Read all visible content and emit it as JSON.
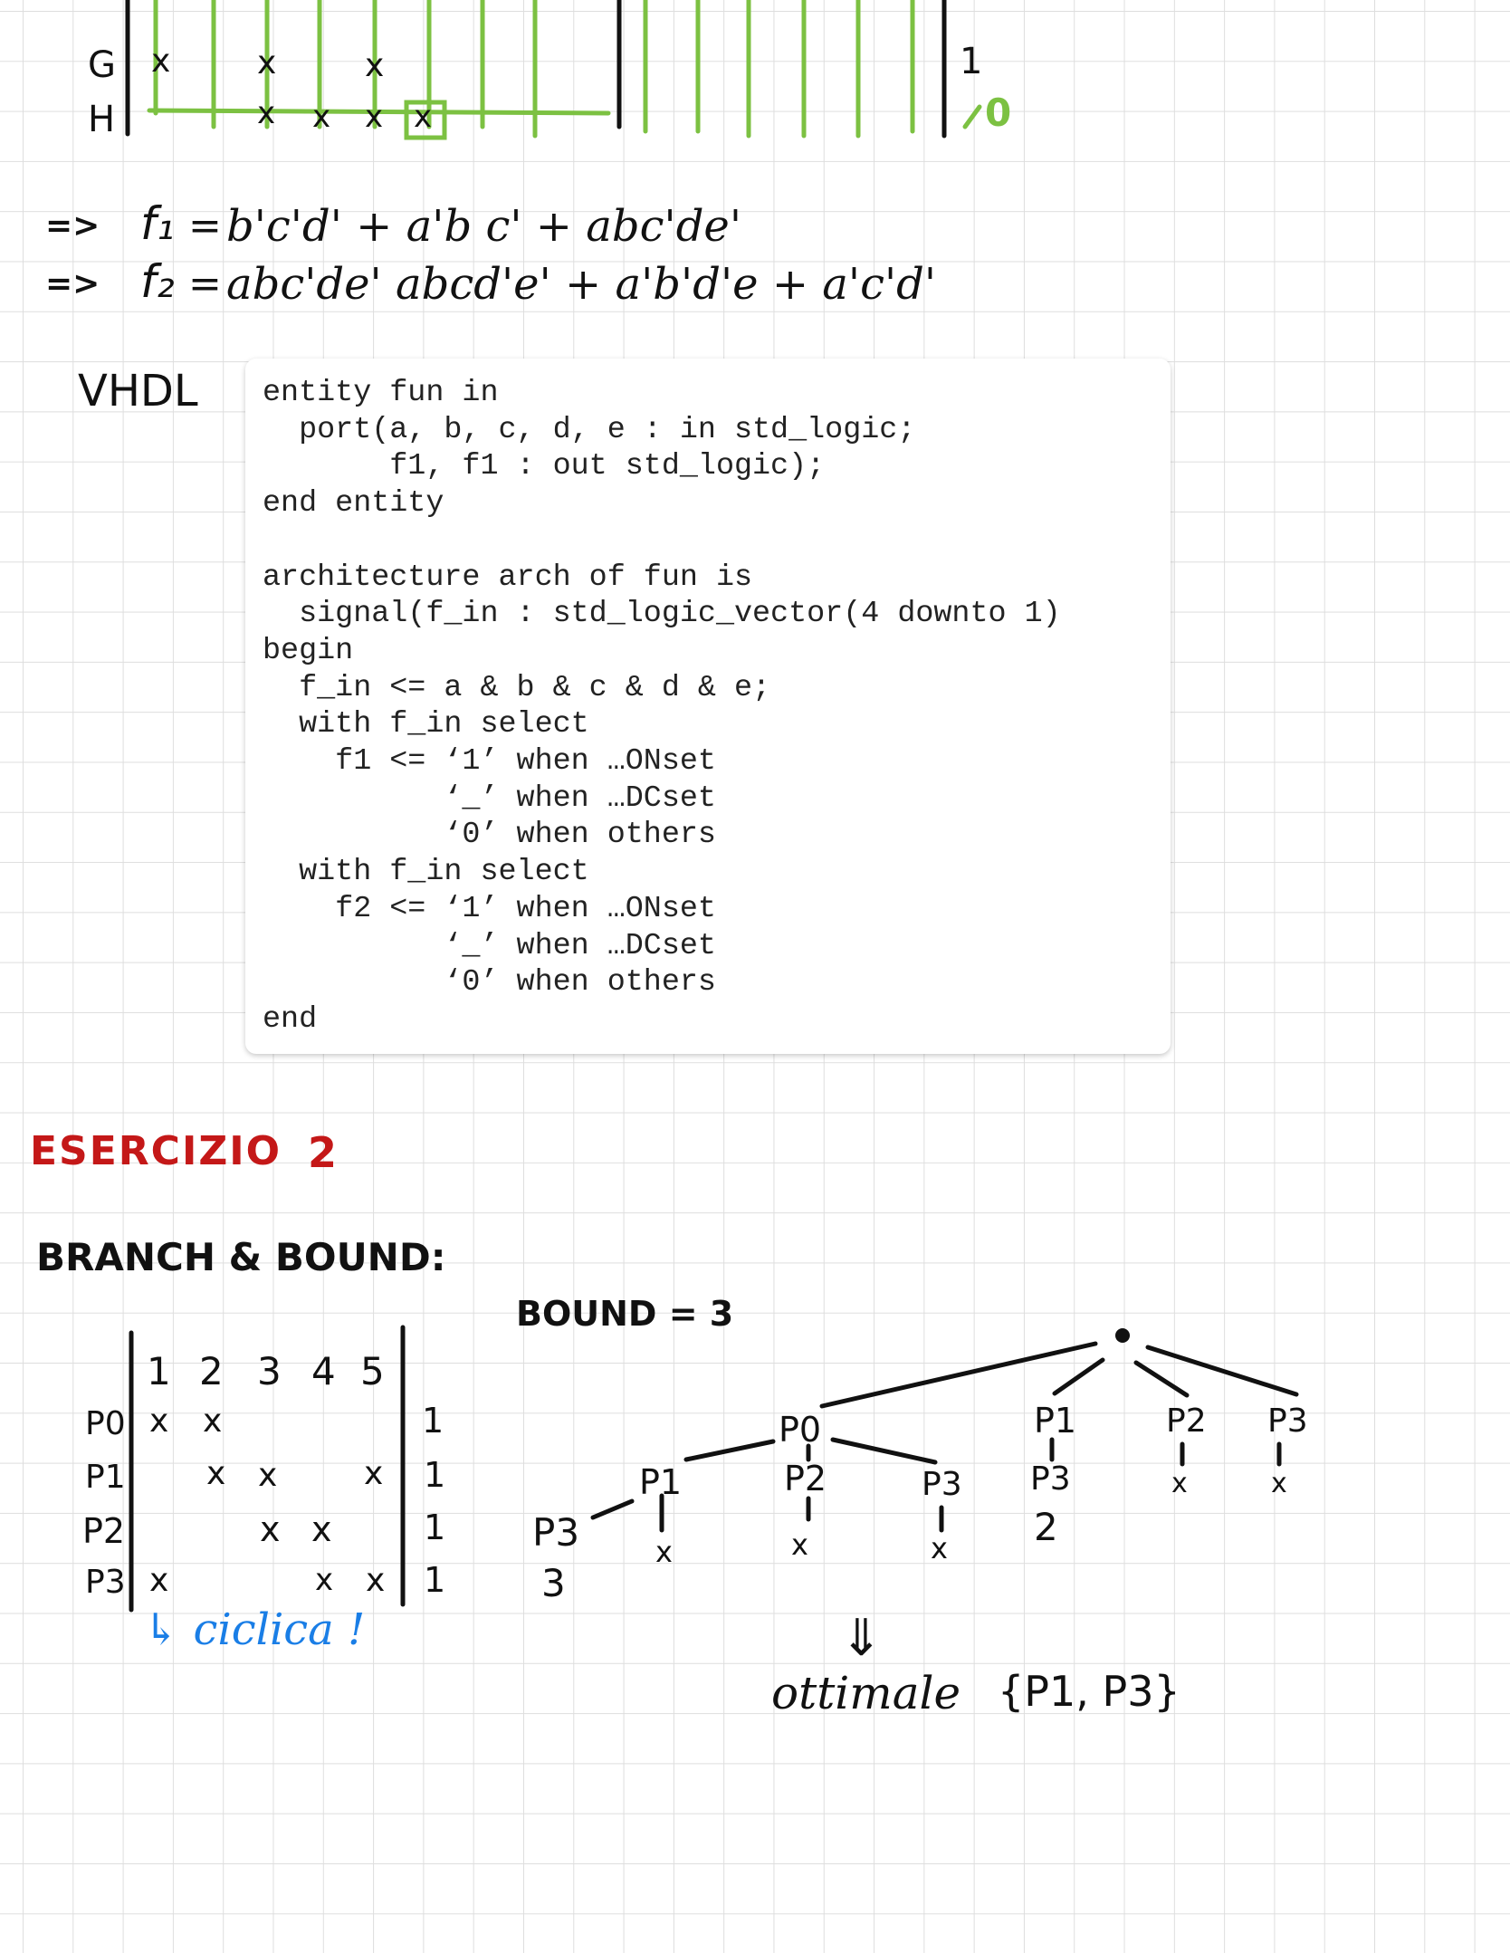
{
  "top_table": {
    "rows": [
      "G",
      "H"
    ],
    "right_values": [
      "1",
      "0"
    ],
    "cell_mark": "x"
  },
  "formulas": [
    {
      "arrow": "=>",
      "lhs": "f₁",
      "eq": "=",
      "terms": "b'c'd' + a'b c' + abc'de'"
    },
    {
      "arrow": "=>",
      "lhs": "f₂",
      "eq": "=",
      "terms": "abc'de' abcd'e' + a'b'd'e + a'c'd'"
    }
  ],
  "vhdl": {
    "label": "VHDL",
    "code": "entity fun in\n  port(a, b, c, d, e : in std_logic;\n       f1, f1 : out std_logic);\nend entity\n\narchitecture arch of fun is\n  signal(f_in : std_logic_vector(4 downto 1)\nbegin\n  f_in <= a & b & c & d & e;\n  with f_in select\n    f1 <= ‘1’ when …ONset\n          ‘_’ when …DCset\n          ‘0’ when others\n  with f_in select\n    f2 <= ‘1’ when …ONset\n          ‘_’ when …DCset\n          ‘0’ when others\nend"
  },
  "exercise": {
    "title": "ESERCIZIO",
    "number": "2"
  },
  "branch_bound": {
    "heading": "BRANCH & BOUND:",
    "bound_label": "BOUND = 3",
    "columns": [
      "1",
      "2",
      "3",
      "4",
      "5"
    ],
    "rows": [
      {
        "label": "P0",
        "marks": [
          "x",
          "x",
          "",
          "",
          ""
        ],
        "right": "1"
      },
      {
        "label": "P1",
        "marks": [
          "",
          "x",
          "x",
          "",
          "x"
        ],
        "right": "1"
      },
      {
        "label": "P2",
        "marks": [
          "",
          "",
          "x",
          "x",
          ""
        ],
        "right": "1"
      },
      {
        "label": "P3",
        "marks": [
          "x",
          "",
          "",
          "x",
          "x"
        ],
        "right": "1"
      }
    ],
    "note": "↳ ciclica !",
    "tree": {
      "p0": "P0",
      "p0_p1": "P1",
      "p0_p1_p3": "P3",
      "p0_p1_p3_cost": "3",
      "p0_p1_x": "x",
      "p0_p2": "P2",
      "p0_p2_x": "x",
      "p0_p3": "P3",
      "p0_p3_x": "x",
      "p1": "P1",
      "p1_p3": "P3",
      "p1_p3_cost": "2",
      "p2": "P2",
      "p2_x": "x",
      "p3": "P3",
      "p3_x": "x"
    },
    "result_arrow": "⇓",
    "result_label": "ottimale",
    "result_set": "{P1, P3}"
  }
}
